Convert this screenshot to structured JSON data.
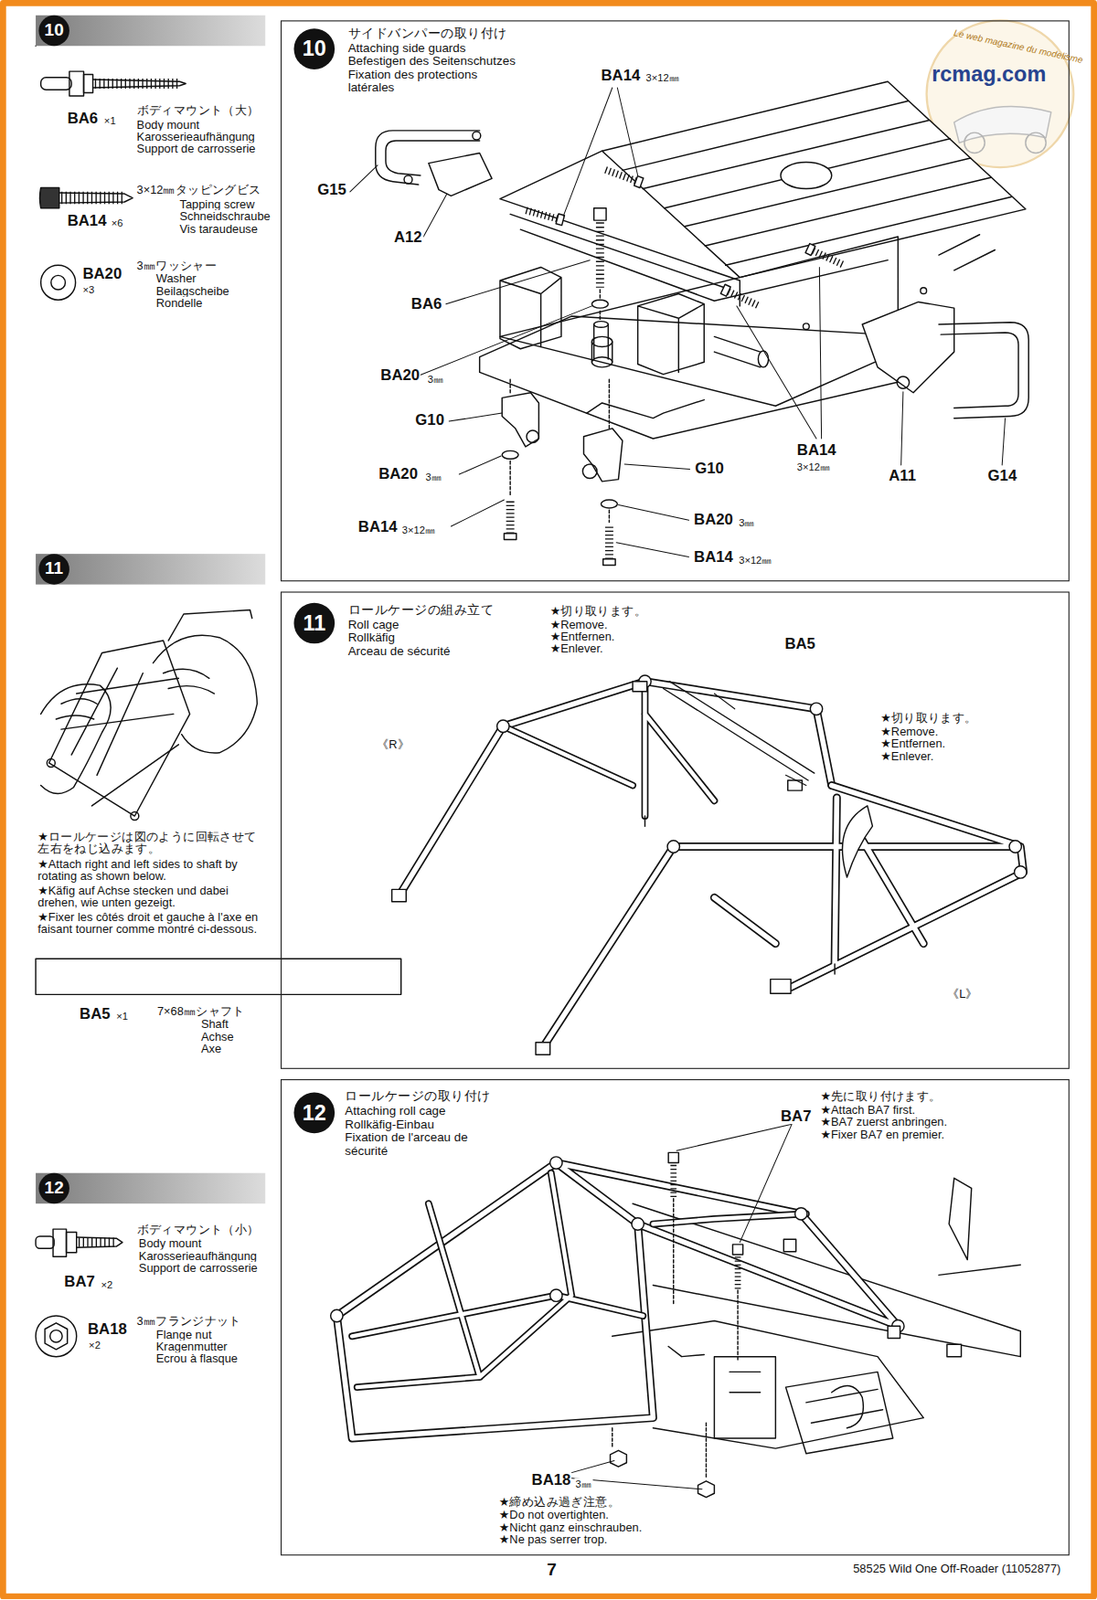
{
  "diagram": {
    "nodes": [
      {
        "text": [
          "10"
        ]
      },
      {
        "text": [
          "サイドバンパーの取り付け",
          "Attaching side guards",
          "Befestigen des Seitenschutzes",
          "Fixation des protections latérales"
        ]
      },
      {
        "text": [
          "10"
        ],
        "in": 1
      },
      {
        "text": [
          "11"
        ]
      },
      {
        "text": [
          "ロールケージの組み立て",
          "Roll cage",
          "Rollkäfig",
          "Arceau de sécurité"
        ]
      },
      {
        "text": [
          "11"
        ],
        "in": 4
      },
      {
        "text": [
          "12"
        ]
      },
      {
        "text": [
          "ロールケージの取り付け",
          "Attaching roll cage",
          "Rollkäfig-Einbau",
          "Fixation de l'arceau de sécurité"
        ]
      },
      {
        "text": [
          "12"
        ],
        "in": 7
      }
    ],
    "labels": [
      "BA6",
      "×1",
      "ボディマウント（大）",
      "Body mount",
      "Karosserieaufhängung",
      "Support de carrosserie",
      "BA14",
      "×6",
      "3×12㎜タッピングビス",
      "Tapping screw",
      "Schneidschraube",
      "Vis taraudeuse",
      "BA20",
      "×3",
      "3㎜ワッシャー",
      "Washer",
      "Beilagscheibe",
      "Rondelle",
      "BA14",
      "3×12㎜",
      "G15",
      "A12",
      "BA6",
      "BA20",
      "3㎜",
      "G10",
      "BA20",
      "3㎜",
      "BA14",
      "3×12㎜",
      "G10",
      "BA20",
      "3㎜",
      "BA14",
      "3×12㎜",
      "BA14",
      "3×12㎜",
      "A11",
      "G14",
      "★ロールケージは図のように回転させて左右をねじ込みます。",
      "★Attach right and left sides to shaft by rotating as shown below.",
      "★Käfig auf Achse stecken und dabei drehen, wie unten gezeigt.",
      "★Fixer les côtés droit et gauche à l'axe en faisant tourner comme montré ci-dessous.",
      "BA5",
      "×1",
      "7×68㎜シャフト",
      "Shaft",
      "Achse",
      "Axe",
      "★切り取ります。",
      "★Remove.",
      "★Entfernen.",
      "★Enlever.",
      "BA5",
      "★切り取ります。",
      "★Remove.",
      "★Entfernen.",
      "★Enlever.",
      "《R》",
      "《L》",
      "BA7",
      "×2",
      "ボディマウント（小）",
      "Body mount",
      "Karosserieaufhängung",
      "Support de carrosserie",
      "BA18",
      "×2",
      "3㎜フランジナット",
      "Flange nut",
      "Kragenmutter",
      "Ecrou à flasque",
      "BA7",
      "★先に取り付けます。",
      "★Attach BA7 first.",
      "★BA7 zuerst anbringen.",
      "★Fixer BA7 en premier.",
      "BA18",
      "3㎜",
      "★締め込み過ぎ注意。",
      "★Do not overtighten.",
      "★Nicht ganz einschrauben.",
      "★Ne pas serrer trop.",
      "7",
      "58525 Wild One Off-Roader (11052877)",
      "rcmag.com",
      "Le web magazine du modelisme"
    ]
  }
}
